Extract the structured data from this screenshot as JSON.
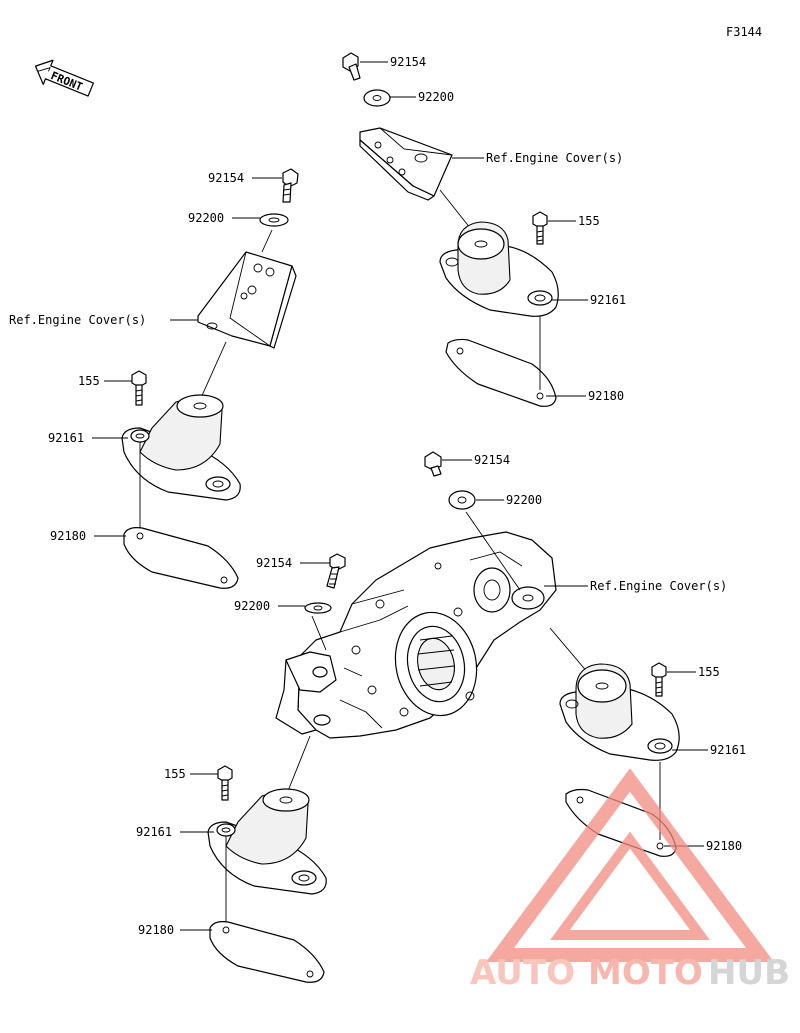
{
  "figure": {
    "code": "F3144"
  },
  "front_label": "FRONT",
  "parts": {
    "bolt_92154": "92154",
    "washer_92200": "92200",
    "bolt_155": "155",
    "mount_92161": "92161",
    "plate_92180": "92180",
    "ref_engine_cover": "Ref.Engine Cover(s)"
  },
  "watermark": {
    "auto": "AUTO",
    "moto": "MOTO",
    "hub": "HUB",
    "color_auto": "#f7b2a8",
    "color_hub": "#c8c8c8"
  }
}
